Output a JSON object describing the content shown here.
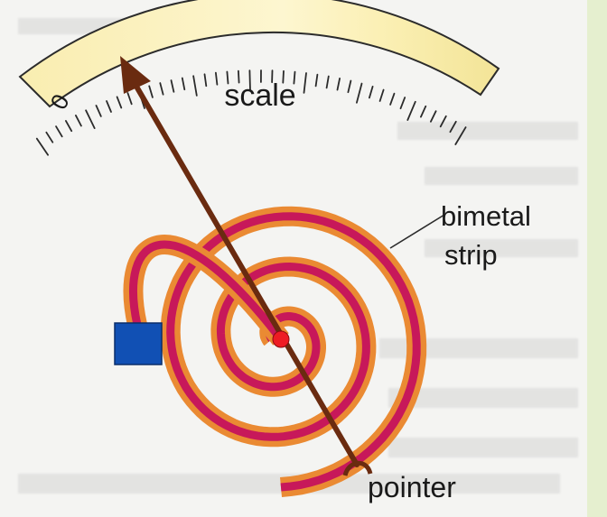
{
  "labels": {
    "scale": "scale",
    "zero": "0",
    "bimetal_line1": "bimetal",
    "bimetal_line2": "strip",
    "pointer": "pointer"
  },
  "colors": {
    "background": "#f4f4f2",
    "side_panel": "#e5efcf",
    "scale_fill": "#fbf0b5",
    "scale_outline": "#2b2b2b",
    "strip_outer": "#ea8a33",
    "strip_inner": "#c7185a",
    "pointer": "#6a2b10",
    "pivot": "#ee1c24",
    "anchor_block": "#1150b4"
  },
  "icons": {
    "anchor": "blue-square-block",
    "pivot": "red-dot"
  }
}
